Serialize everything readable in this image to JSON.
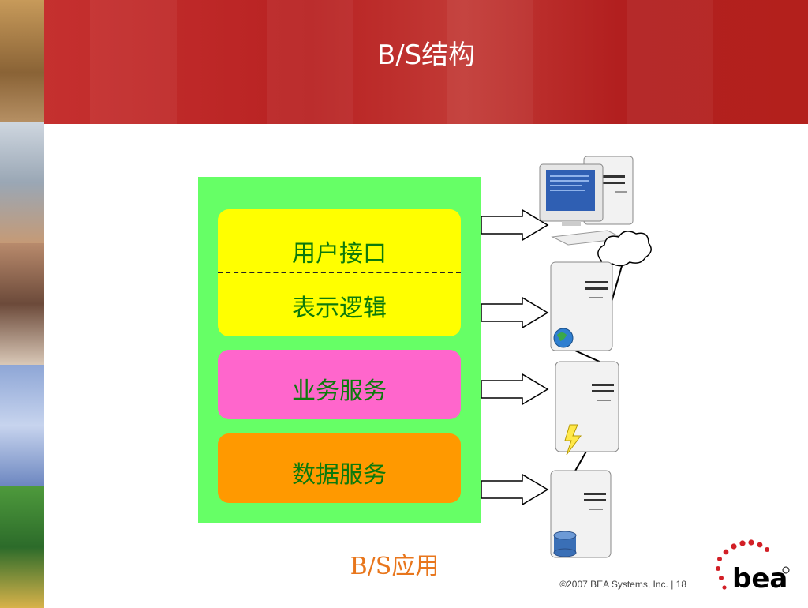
{
  "slide": {
    "title": "B/S结构",
    "caption": "B/S应用",
    "footer": "©2007 BEA Systems, Inc.  |  18",
    "logo_text": "bea"
  },
  "layers": [
    {
      "label": "用户接口",
      "color": "#ffff00"
    },
    {
      "label": "表示逻辑",
      "color": "#ffff00"
    },
    {
      "label": "业务服务",
      "color": "#ff66cc"
    },
    {
      "label": "数据服务",
      "color": "#ff9900"
    }
  ],
  "colors": {
    "header": "#b82222",
    "app_box": "#66ff66",
    "label_text": "#0c7a0c",
    "caption": "#e8761c",
    "logo": "#d21f26"
  },
  "nodes": [
    {
      "kind": "client-pc-icon"
    },
    {
      "kind": "web-server-icon",
      "badge": "globe-icon"
    },
    {
      "kind": "app-server-icon",
      "badge": "lightning-icon"
    },
    {
      "kind": "db-server-icon",
      "badge": "database-icon"
    }
  ]
}
